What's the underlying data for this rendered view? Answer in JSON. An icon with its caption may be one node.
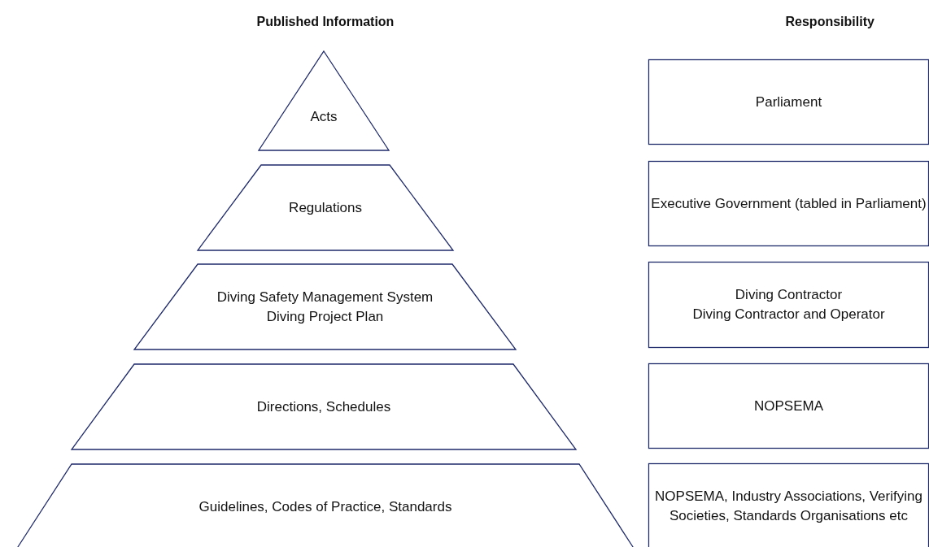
{
  "diagram": {
    "nodes": [
      {
        "text": [
          "Acts"
        ]
      },
      {
        "text": [
          "Regulations"
        ]
      },
      {
        "text": [
          "Diving Safety Management System",
          "Diving Project Plan"
        ]
      },
      {
        "text": [
          "Directions, Schedules"
        ]
      },
      {
        "text": [
          "Guidelines, Codes of Practice, Standards"
        ]
      },
      {
        "text": [
          "Parliament"
        ]
      },
      {
        "text": [
          "Executive Government (tabled in Parliament)"
        ]
      },
      {
        "text": [
          "Diving Contractor",
          "Diving Contractor and Operator"
        ]
      },
      {
        "text": [
          "NOPSEMA"
        ]
      },
      {
        "text": [
          "NOPSEMA, Industry Associations, Verifying Societies, Standards Organisations etc"
        ]
      }
    ],
    "labels": [
      "Published Information",
      "Responsibility"
    ]
  }
}
